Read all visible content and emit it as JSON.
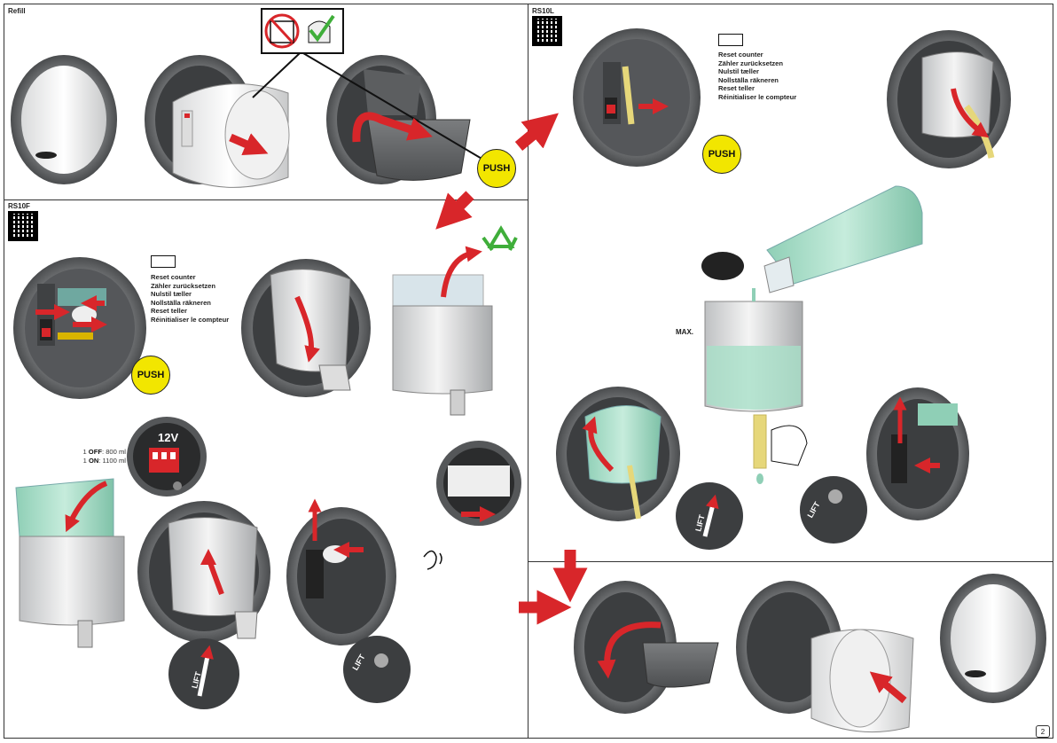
{
  "sections": {
    "refill": {
      "title": "Refill"
    },
    "rs10f": {
      "title": "RS10F"
    },
    "rs10l": {
      "title": "RS10L"
    }
  },
  "labels": {
    "push": "PUSH",
    "max": "MAX.",
    "lift": "LIFT",
    "voltage": "12V",
    "page_number": "2"
  },
  "reset_counter_lines": [
    "Reset counter",
    "Zähler zurücksetzen",
    "Nulstil tæller",
    "Nollställa räkneren",
    "Reset teller",
    "Réinitialiser le compteur"
  ],
  "dip_settings": [
    {
      "num": "1",
      "state": "OFF",
      "volume": ": 800 ml"
    },
    {
      "num": "1",
      "state": "ON",
      "volume": ": 1100 ml"
    }
  ],
  "colors": {
    "arrow_red": "#d8262a",
    "push_yellow": "#f2e600",
    "liquid_green": "#9fd8c0",
    "housing_grey": "#8a8c8e",
    "recycle_green": "#3fae3a"
  },
  "icons": [
    "no-dishwasher-icon",
    "hand-wash-icon",
    "recycle-icon",
    "counter-icon",
    "ear-sound-icon",
    "qr-code-icon"
  ]
}
